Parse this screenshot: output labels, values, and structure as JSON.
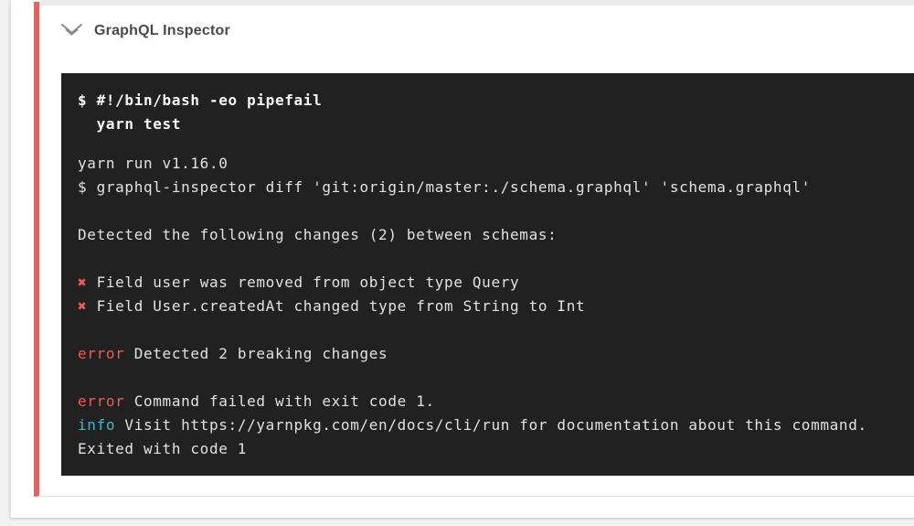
{
  "colors": {
    "page_bg": "#f1f1f1",
    "accent_red": "#e85f5f",
    "error_red": "#ef5a5a",
    "info_cyan": "#3ab9c9",
    "terminal_bg": "#212121",
    "terminal_text": "#e4e2df",
    "command_text": "#f8f8f8",
    "title_text": "#4a4a4a"
  },
  "header": {
    "title": "GraphQL Inspector",
    "icon": "chevron-double-down-icon"
  },
  "terminal": {
    "lines": [
      {
        "style": "command",
        "segments": [
          {
            "t": "$ #!/bin/bash -eo pipefail"
          }
        ]
      },
      {
        "style": "command",
        "segments": [
          {
            "t": "  yarn test"
          }
        ]
      },
      {
        "style": "gap",
        "segments": []
      },
      {
        "segments": [
          {
            "t": "yarn run v1.16.0"
          }
        ]
      },
      {
        "segments": [
          {
            "t": "$ graphql-inspector diff 'git:origin/master:./schema.graphql' 'schema.graphql'"
          }
        ]
      },
      {
        "segments": []
      },
      {
        "segments": [
          {
            "t": "Detected the following changes (2) between schemas:"
          }
        ]
      },
      {
        "segments": []
      },
      {
        "segments": [
          {
            "t": "✖",
            "c": "red"
          },
          {
            "t": " Field user was removed from object type Query"
          }
        ]
      },
      {
        "segments": [
          {
            "t": "✖",
            "c": "red"
          },
          {
            "t": " Field User.createdAt changed type from String to Int"
          }
        ]
      },
      {
        "segments": []
      },
      {
        "segments": [
          {
            "t": "error",
            "c": "red"
          },
          {
            "t": " Detected 2 breaking changes"
          }
        ]
      },
      {
        "segments": []
      },
      {
        "segments": [
          {
            "t": "error",
            "c": "red"
          },
          {
            "t": " Command failed with exit code 1."
          }
        ]
      },
      {
        "segments": [
          {
            "t": "info",
            "c": "cyan"
          },
          {
            "t": " Visit https://yarnpkg.com/en/docs/cli/run for documentation about this command."
          }
        ]
      },
      {
        "segments": [
          {
            "t": "Exited with code 1"
          }
        ]
      }
    ]
  }
}
